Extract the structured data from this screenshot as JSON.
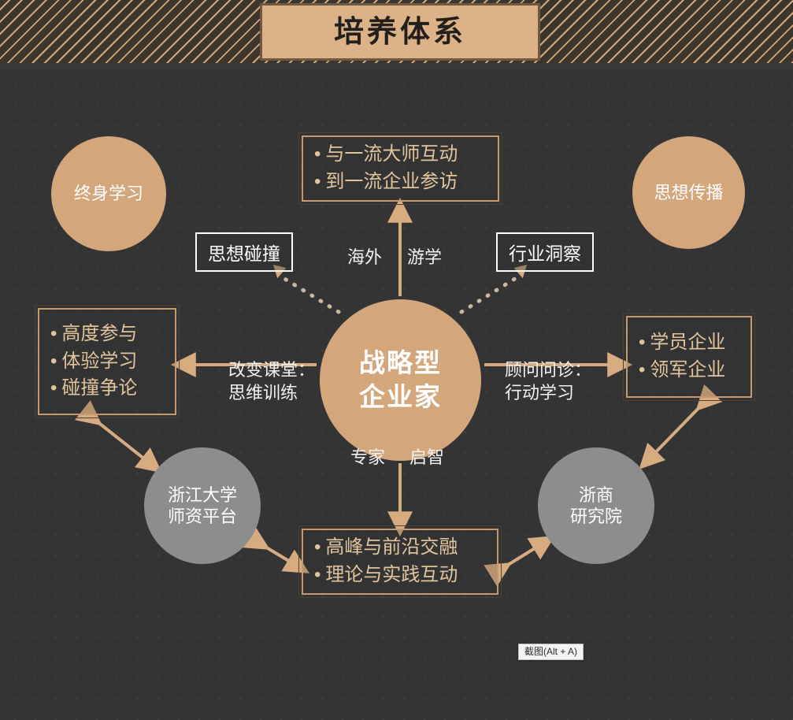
{
  "header": {
    "title": "培养体系"
  },
  "center": {
    "line1": "战略型",
    "line2": "企业家"
  },
  "circles": {
    "lifelong_learning": "终身学习",
    "thought_spread": "思想传播",
    "zju_faculty_line1": "浙江大学",
    "zju_faculty_line2": "师资平台",
    "zs_institute_line1": "浙商",
    "zs_institute_line2": "研究院"
  },
  "boxes": {
    "top": {
      "item1": "与一流大师互动",
      "item2": "到一流企业参访"
    },
    "left": {
      "item1": "高度参与",
      "item2": "体验学习",
      "item3": "碰撞争论"
    },
    "right": {
      "item1": "学员企业",
      "item2": "领军企业"
    },
    "bottom": {
      "item1": "高峰与前沿交融",
      "item2": "理论与实践互动"
    }
  },
  "labels": {
    "thought_clash": "思想碰撞",
    "industry_insight": "行业洞察"
  },
  "captions": {
    "overseas": "海外",
    "study_tour": "游学",
    "expert": "专家",
    "enlighten": "启智",
    "left_line1": "改变课堂：",
    "left_line2": "思维训练",
    "right_line1": "顾问问诊：",
    "right_line2": "行动学习"
  },
  "overlay": {
    "screenshot_tooltip": "截图(Alt + A)"
  },
  "colors": {
    "tan": "#d3a67c",
    "tan_border": "#c79a6d",
    "tan_text": "#e2c49c",
    "gray_circle": "#8d8d8d",
    "background": "#343434",
    "banner_bg": "#dcb288"
  }
}
